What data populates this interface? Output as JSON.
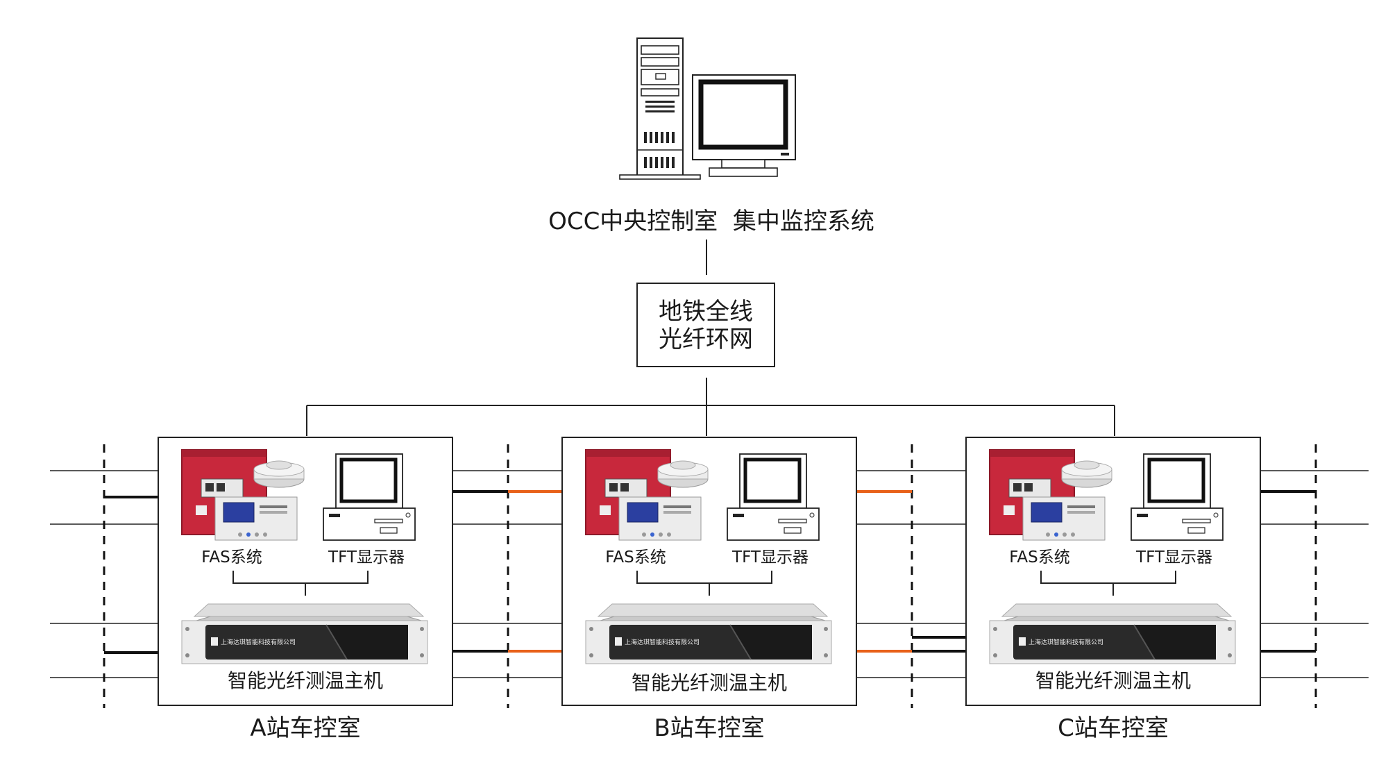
{
  "occ": {
    "label": "OCC中央控制室  集中监控系统"
  },
  "ring": {
    "line1": "地铁全线",
    "line2": "光纤环网"
  },
  "stations": [
    {
      "name": "A站车控室",
      "fas_label": "FAS系统",
      "tft_label": "TFT显示器",
      "host_label": "智能光纤测温主机",
      "plate_text": "上海达琪智能科技有限公司"
    },
    {
      "name": "B站车控室",
      "fas_label": "FAS系统",
      "tft_label": "TFT显示器",
      "host_label": "智能光纤测温主机",
      "plate_text": "上海达琪智能科技有限公司"
    },
    {
      "name": "C站车控室",
      "fas_label": "FAS系统",
      "tft_label": "TFT显示器",
      "host_label": "智能光纤测温主机",
      "plate_text": "上海达琪智能科技有限公司"
    }
  ],
  "colors": {
    "fiber_active": "#e8611a",
    "fiber": "#111111",
    "fas_red": "#c8283c",
    "line": "#222222"
  }
}
